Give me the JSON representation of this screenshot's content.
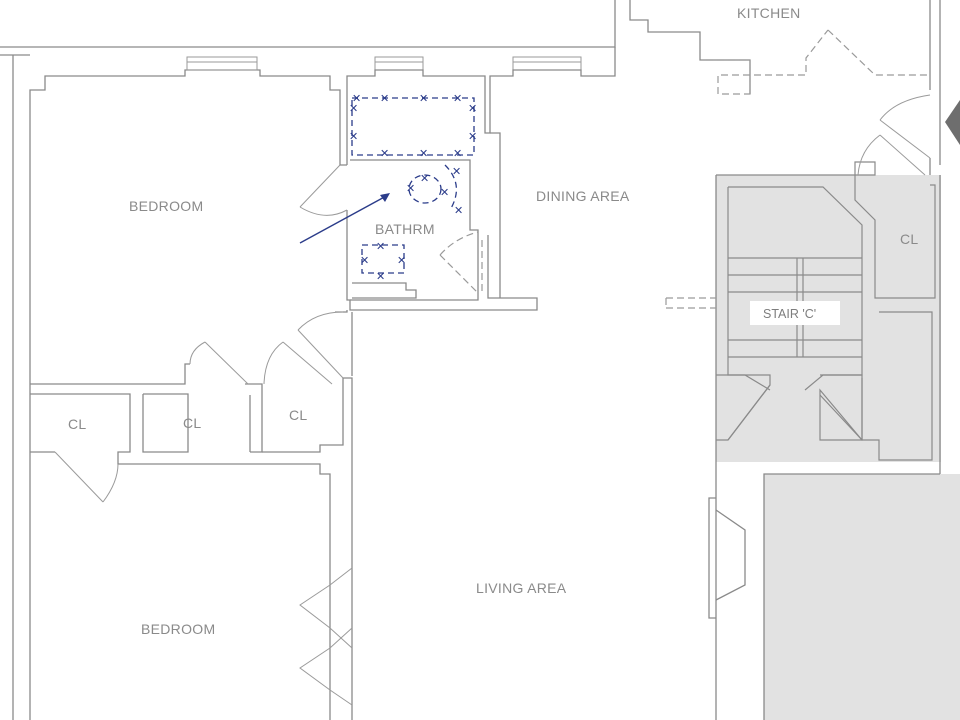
{
  "rooms": {
    "kitchen": "KITCHEN",
    "bedroom_upper": "BEDROOM",
    "bathroom": "BATHRM",
    "dining": "DINING AREA",
    "closet_right": "CL",
    "stair": "STAIR 'C'",
    "closet_1": "CL",
    "closet_2": "CL",
    "closet_3": "CL",
    "living": "LIVING AREA",
    "bedroom_lower": "BEDROOM"
  },
  "colors": {
    "walls": "#8a8a8a",
    "shading": "#e2e2e2",
    "annotation": "#2b3c8a",
    "text": "#8a8a8a"
  },
  "icons": {
    "fixture_marker": "x-mark",
    "pointer": "arrow-icon",
    "north_marker": "triangle-icon"
  }
}
